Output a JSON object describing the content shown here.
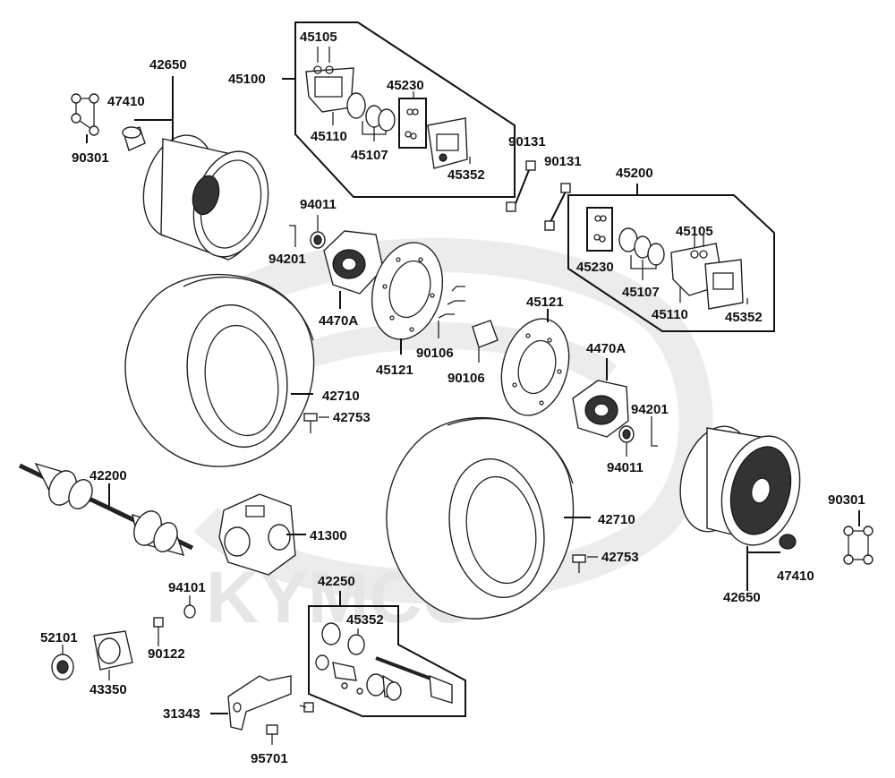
{
  "watermark": {
    "brand": "KYMCO"
  },
  "labels": {
    "p42650_top": "42650",
    "p47410_top": "47410",
    "p90301_top": "90301",
    "p45100": "45100",
    "p45105_a": "45105",
    "p45110_a": "45110",
    "p45107_a": "45107",
    "p45230_a": "45230",
    "p45352_a": "45352",
    "p90131_a": "90131",
    "p90131_b": "90131",
    "p45200": "45200",
    "p45230_b": "45230",
    "p45105_b": "45105",
    "p45107_b": "45107",
    "p45110_b": "45110",
    "p45352_b": "45352",
    "p94011_a": "94011",
    "p94201_a": "94201",
    "p4470A_a": "4470A",
    "p90106_a": "90106",
    "p90106_b": "90106",
    "p45121_a": "45121",
    "p45121_b": "45121",
    "p4470A_b": "4470A",
    "p94201_b": "94201",
    "p94011_b": "94011",
    "p42710_a": "42710",
    "p42753_a": "42753",
    "p42710_b": "42710",
    "p42753_b": "42753",
    "p42200": "42200",
    "p41300": "41300",
    "p94101": "94101",
    "p90122": "90122",
    "p52101": "52101",
    "p43350": "43350",
    "p42250": "42250",
    "p45352_c": "45352",
    "p31343": "31343",
    "p95701": "95701",
    "p90301_right": "90301",
    "p47410_right": "47410",
    "p42650_right": "42650"
  }
}
